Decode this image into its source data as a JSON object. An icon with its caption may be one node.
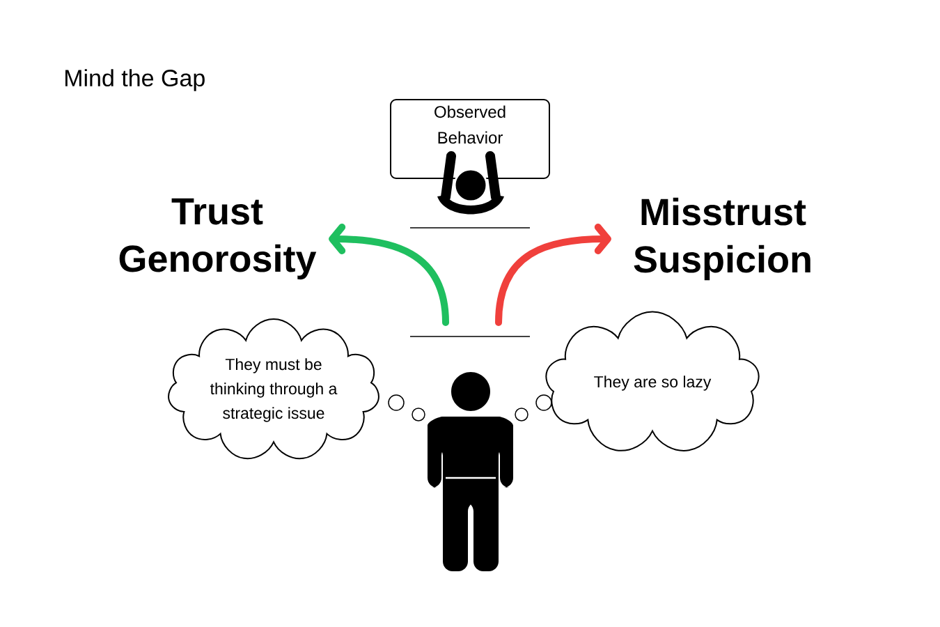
{
  "diagram": {
    "title": "Mind the Gap",
    "nodes": [
      {
        "text": [
          "Observed Behavior"
        ]
      },
      {
        "text": [
          "Trust Genorosity"
        ]
      },
      {
        "text": [
          "Misstrust Suspicion"
        ]
      },
      {
        "text": [
          "They must be thinking through a strategic issue"
        ]
      },
      {
        "text": [
          "They are so lazy"
        ]
      }
    ],
    "edges": [
      {
        "from": null,
        "to": 1,
        "arrow": "to",
        "color": "#1fbf5f"
      },
      {
        "from": null,
        "to": 2,
        "arrow": "to",
        "color": "#f0403c"
      }
    ]
  }
}
